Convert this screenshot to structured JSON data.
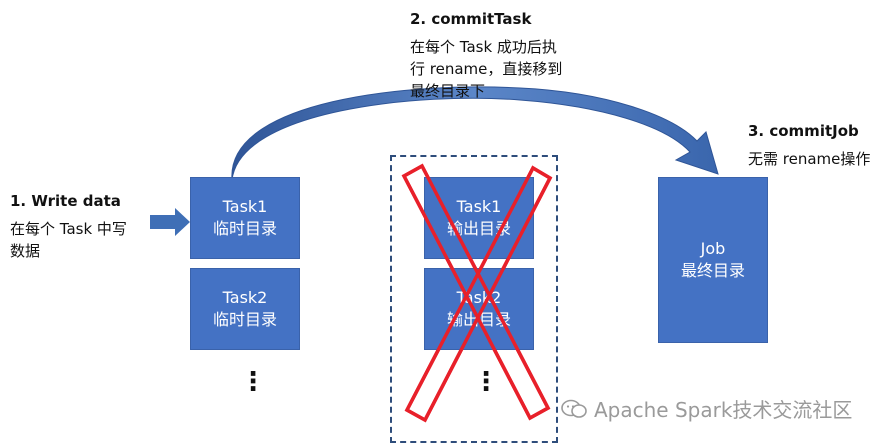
{
  "step1": {
    "title": "1.   Write data",
    "desc_line1": "在每个 Task 中写",
    "desc_line2": "数据"
  },
  "step2": {
    "title": "2. commitTask",
    "desc_line1": "在每个 Task 成功后执",
    "desc_line2": "行 rename，直接移到",
    "desc_line3": "最终目录下"
  },
  "step3": {
    "title": "3. commitJob",
    "desc": "无需 rename操作"
  },
  "temp_dirs": [
    {
      "name": "Task1",
      "label": "临时目录"
    },
    {
      "name": "Task2",
      "label": "临时目录"
    }
  ],
  "output_dirs": [
    {
      "name": "Task1",
      "label": "输出目录"
    },
    {
      "name": "Task2",
      "label": "输出目录"
    }
  ],
  "job_dir": {
    "name": "Job",
    "label": "最终目录"
  },
  "ellipsis": "⋮",
  "watermark": "Apache Spark技术交流社区",
  "colors": {
    "box_fill": "#4472c4",
    "cross": "#e8202a",
    "dashed_border": "#2e4d7b",
    "arrow": "#3f6fb6"
  }
}
